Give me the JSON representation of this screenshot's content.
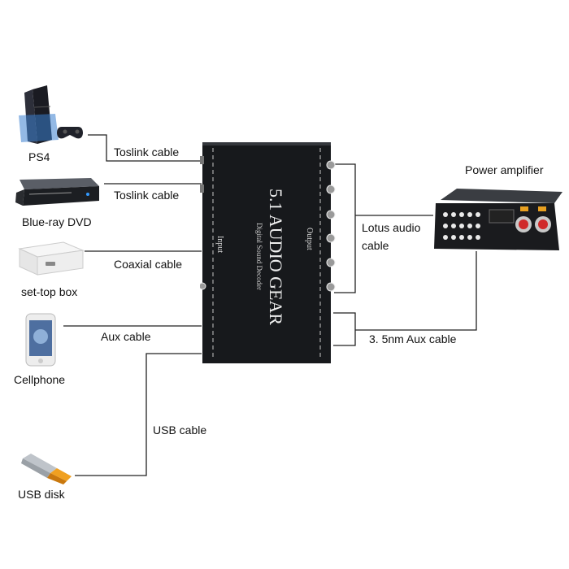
{
  "devices": {
    "ps4": "PS4",
    "dvd": "Blue-ray DVD",
    "settop": "set-top box",
    "phone": "Cellphone",
    "usb": "USB disk",
    "amp": "Power amplifier"
  },
  "cables": {
    "toslink1": "Toslink cable",
    "toslink2": "Toslink cable",
    "coaxial": "Coaxial cable",
    "aux": "Aux cable",
    "usb": "USB cable",
    "lotus_line1": "Lotus audio",
    "lotus_line2": "cable",
    "aux35": "3. 5nm Aux cable"
  },
  "decoder": {
    "title": "5.1 AUDIO GEAR",
    "subtitle": "Digital Sound Decoder",
    "input": "Input",
    "output": "Output"
  },
  "colors": {
    "wire": "#222222",
    "decoder_body": "#17191c",
    "console_blue": "#3a7fd0",
    "usb_orange": "#f0a020"
  }
}
